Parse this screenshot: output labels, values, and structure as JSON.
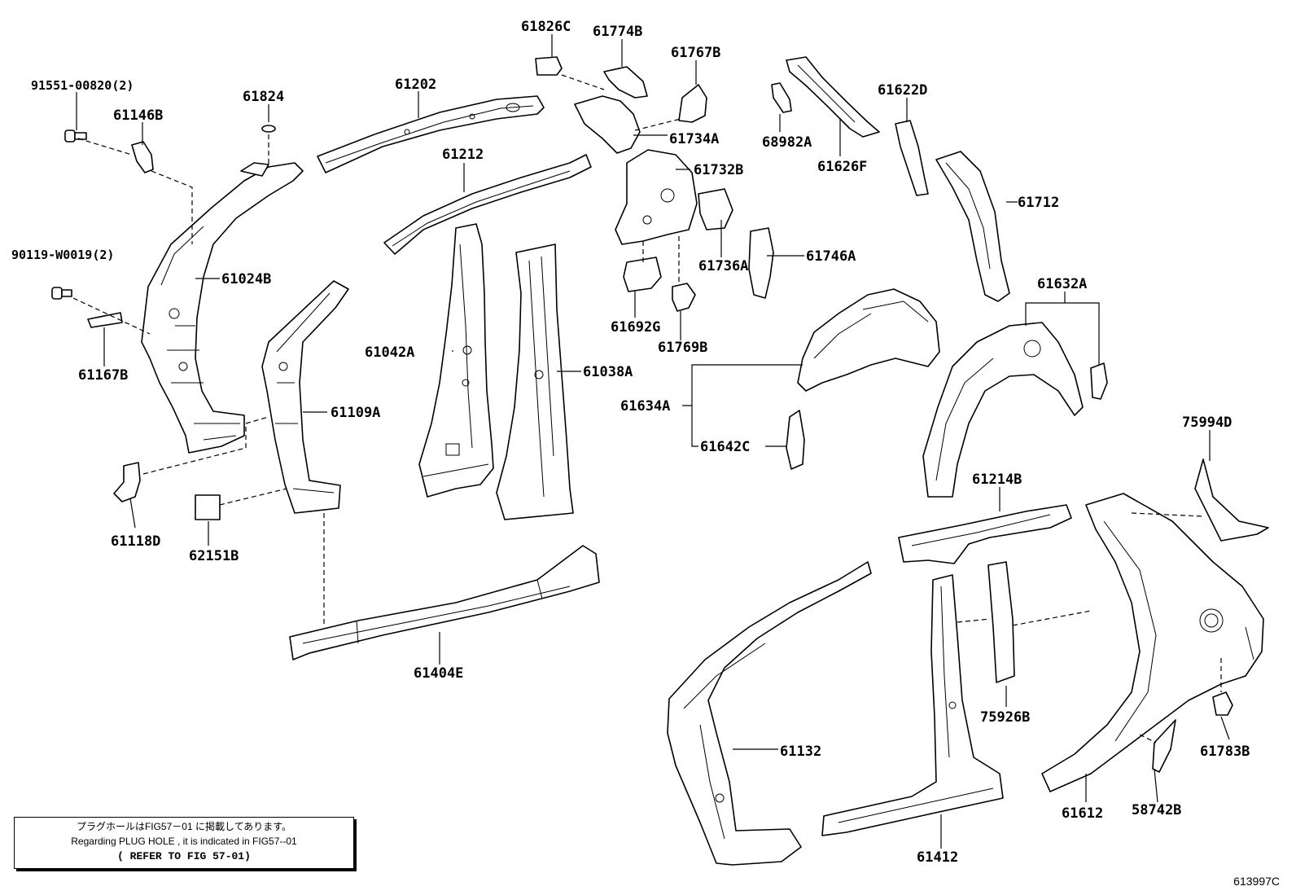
{
  "diagram": {
    "labels": {
      "p91551": "91551-00820(2)",
      "p61146B": "61146B",
      "p61824": "61824",
      "p61202": "61202",
      "p61826C": "61826C",
      "p61774B": "61774B",
      "p61767B": "61767B",
      "p61734A": "61734A",
      "p68982A": "68982A",
      "p61626F": "61626F",
      "p61622D": "61622D",
      "p61212": "61212",
      "p61732B": "61732B",
      "p61712": "61712",
      "p90119": "90119-W0019(2)",
      "p61024B": "61024B",
      "p61736A": "61736A",
      "p61746A": "61746A",
      "p61692G": "61692G",
      "p61769B": "61769B",
      "p61632A": "61632A",
      "p61042A": "61042A",
      "p61038A": "61038A",
      "p61167B": "61167B",
      "p61109A": "61109A",
      "p61634A": "61634A",
      "p61642C": "61642C",
      "p75994D": "75994D",
      "p61214B": "61214B",
      "p61118D": "61118D",
      "p62151B": "62151B",
      "p61404E": "61404E",
      "p61132": "61132",
      "p75926B": "75926B",
      "p61783B": "61783B",
      "p61412": "61412",
      "p61612": "61612",
      "p58742B": "58742B"
    }
  },
  "note": {
    "line1": "プラグホールはFIG57－01 に掲載してあります。",
    "line2": "Regarding  PLUG HOLE , it is indicated in  FIG57--01",
    "line3": "( REFER TO FIG 57-01)"
  },
  "figure_id": "613997C"
}
